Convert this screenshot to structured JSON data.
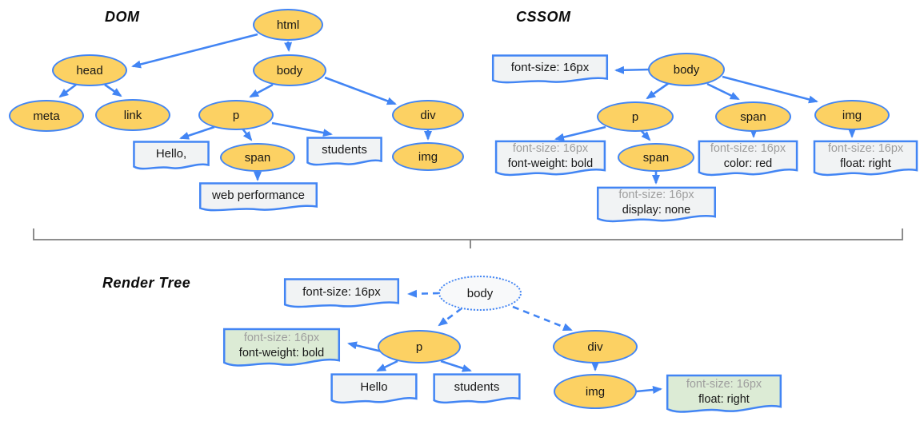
{
  "dom": {
    "title": "DOM",
    "html": "html",
    "head": "head",
    "body": "body",
    "meta": "meta",
    "link": "link",
    "p": "p",
    "div": "div",
    "span": "span",
    "img": "img",
    "hello": "Hello,",
    "students": "students",
    "webperf": "web performance"
  },
  "cssom": {
    "title": "CSSOM",
    "body": "body",
    "p": "p",
    "span": "span",
    "img": "img",
    "span2": "span",
    "note_body": "font-size: 16px",
    "note_p_l1": "font-size: 16px",
    "note_p_l2": "font-weight: bold",
    "note_span_l1": "font-size: 16px",
    "note_span_l2": "color: red",
    "note_img_l1": "font-size: 16px",
    "note_img_l2": "float: right",
    "note_span2_l1": "font-size: 16px",
    "note_span2_l2": "display: none"
  },
  "render": {
    "title": "Render Tree",
    "body": "body",
    "p": "p",
    "div": "div",
    "img": "img",
    "hello": "Hello",
    "students": "students",
    "note_body": "font-size: 16px",
    "note_p_l1": "font-size: 16px",
    "note_p_l2": "font-weight: bold",
    "note_img_l1": "font-size: 16px",
    "note_img_l2": "float: right"
  },
  "colors": {
    "node_fill": "#FCD163",
    "stroke": "#4285F4",
    "note_fill": "#F1F3F4",
    "green_note_fill": "#DCEBD5",
    "render_body_fill": "#F8F9FA",
    "secondary_text": "#9E9E9E",
    "divider": "#7F7F7F"
  }
}
